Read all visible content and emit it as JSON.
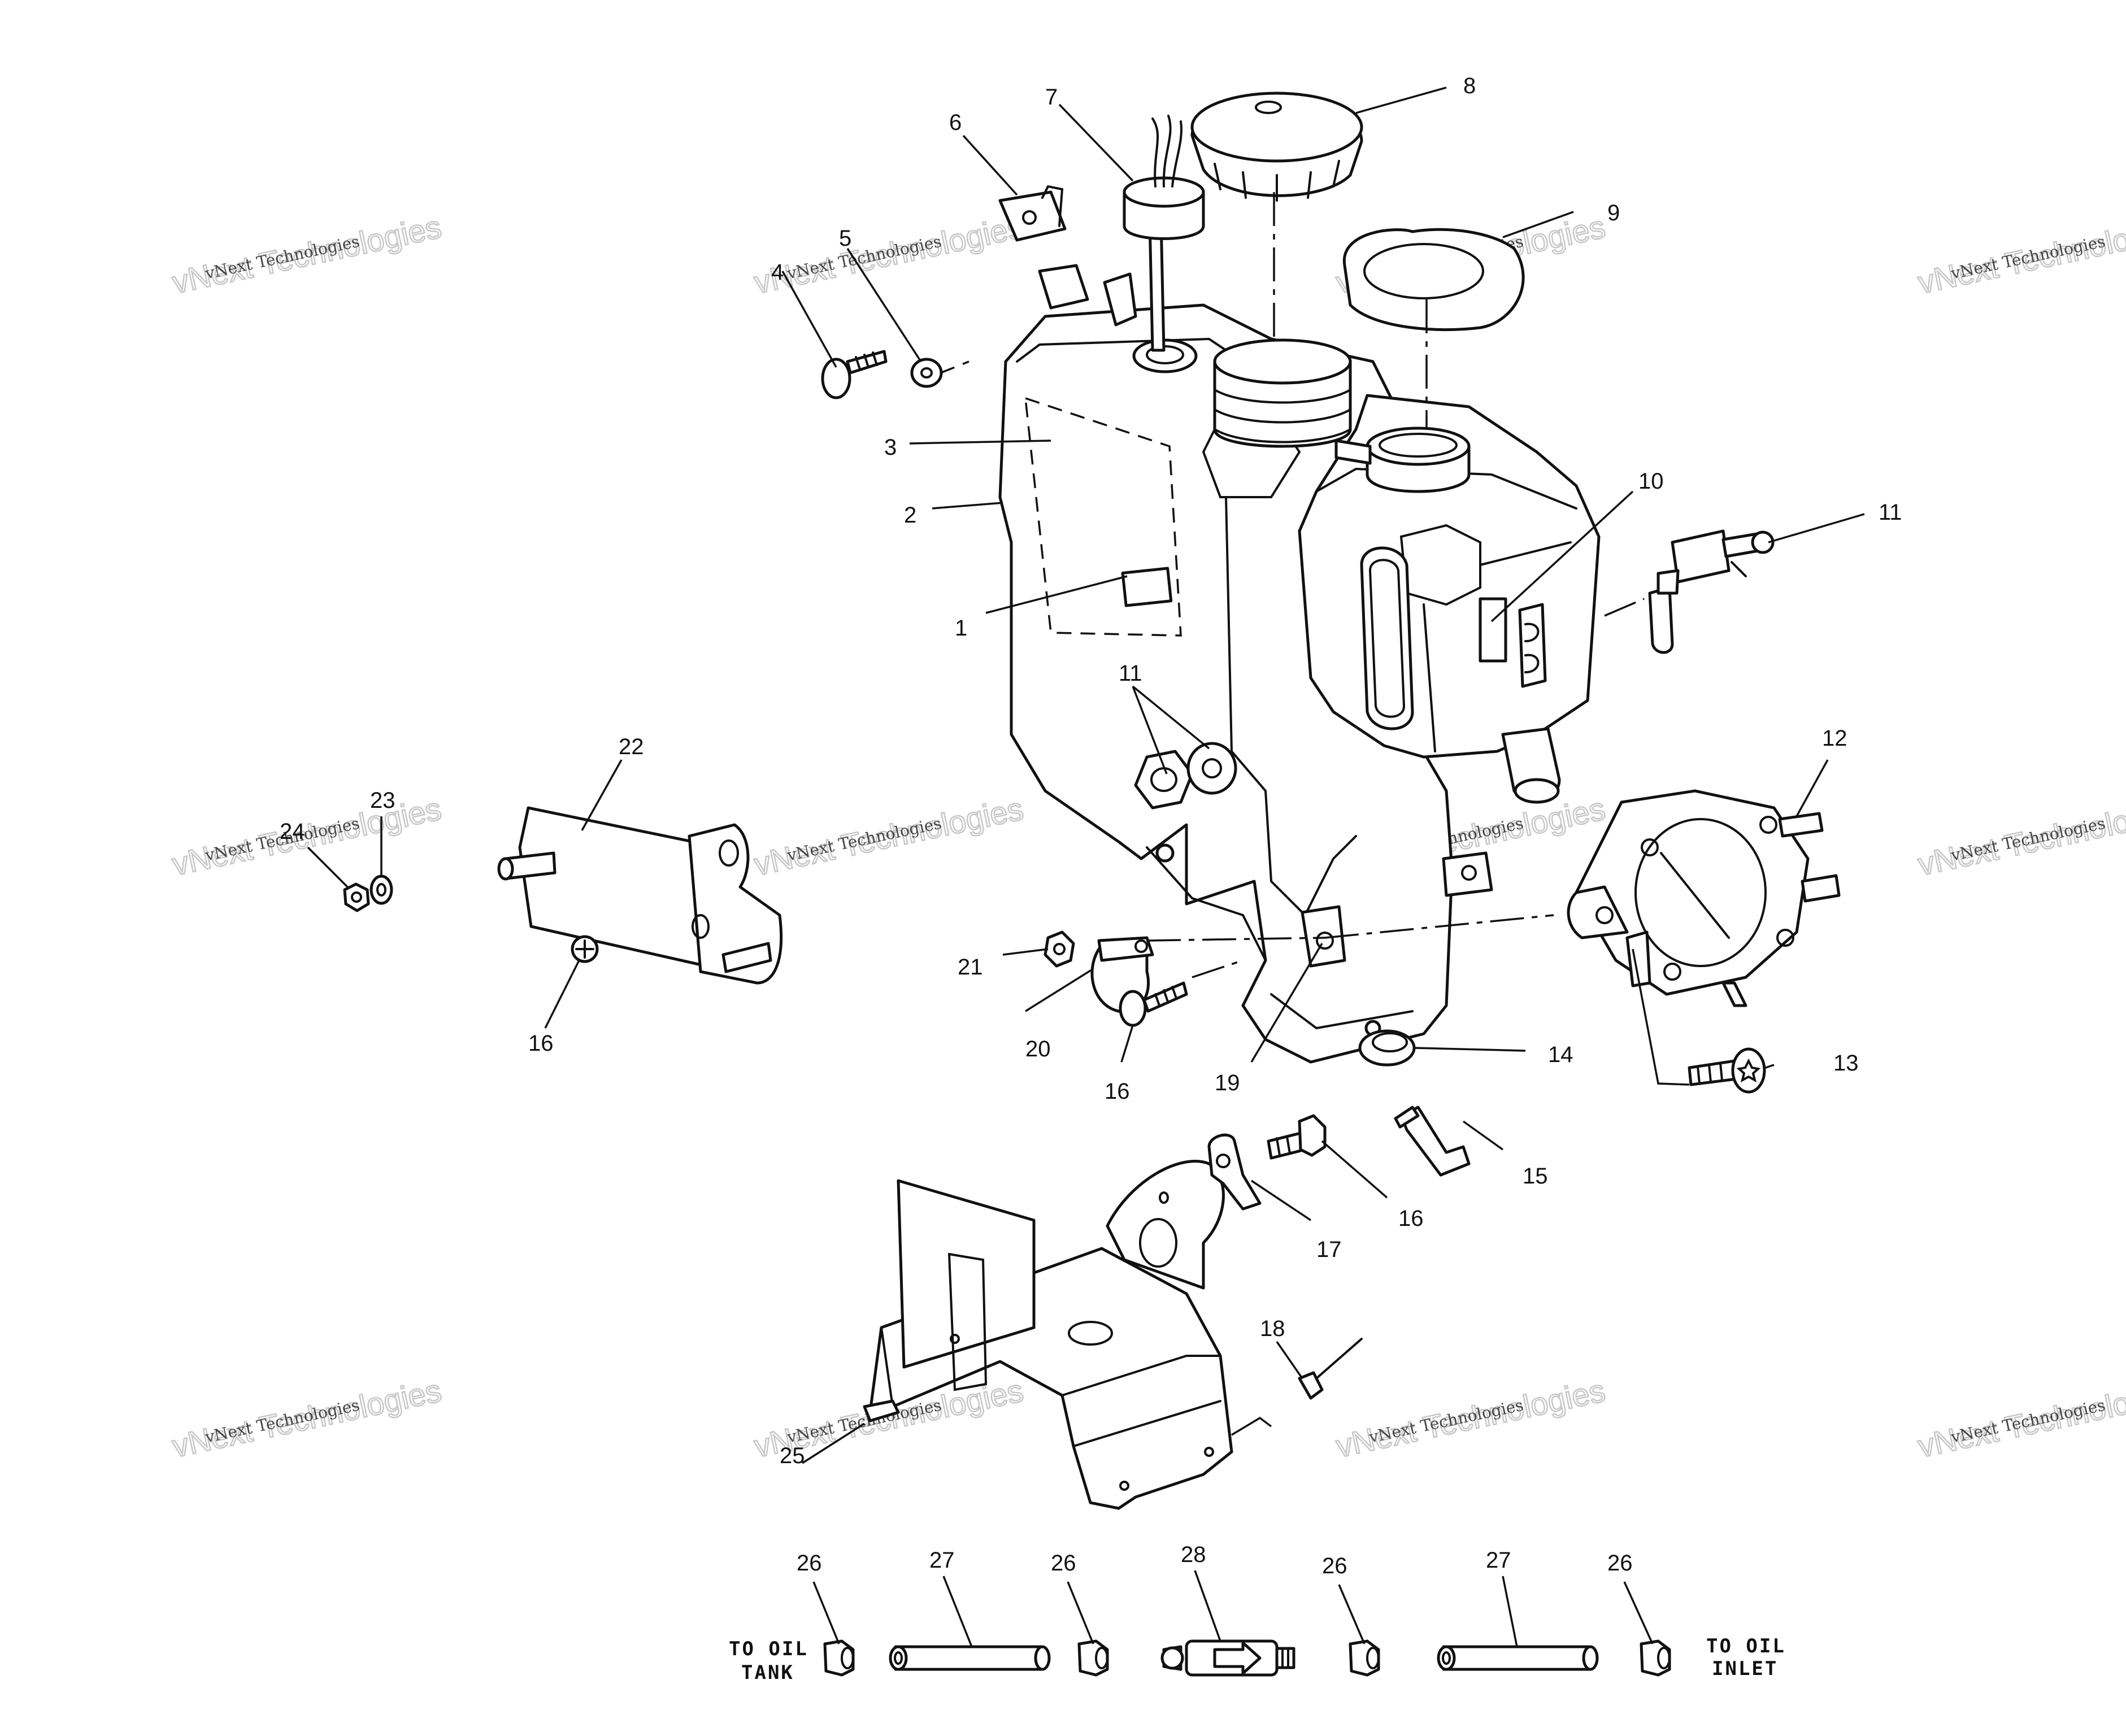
{
  "watermark": {
    "brand_large": "vNext Technologies",
    "brand_small": "vNext Technologies"
  },
  "callouts": {
    "c1": "1",
    "c2": "2",
    "c3": "3",
    "c4": "4",
    "c5": "5",
    "c6": "6",
    "c7": "7",
    "c8": "8",
    "c9": "9",
    "c10": "10",
    "c11a": "11",
    "c11b": "11",
    "c12": "12",
    "c13": "13",
    "c14": "14",
    "c15": "15",
    "c16a": "16",
    "c16b": "16",
    "c16c": "16",
    "c17": "17",
    "c18": "18",
    "c19": "19",
    "c20": "20",
    "c21": "21",
    "c22": "22",
    "c23": "23",
    "c24": "24",
    "c25": "25",
    "c26a": "26",
    "c26b": "26",
    "c26c": "26",
    "c26d": "26",
    "c27a": "27",
    "c27b": "27",
    "c28": "28"
  },
  "line_labels": {
    "left_line1": "TO OIL",
    "left_line2": "TANK",
    "right_line1": "TO OIL",
    "right_line2": "INLET"
  }
}
